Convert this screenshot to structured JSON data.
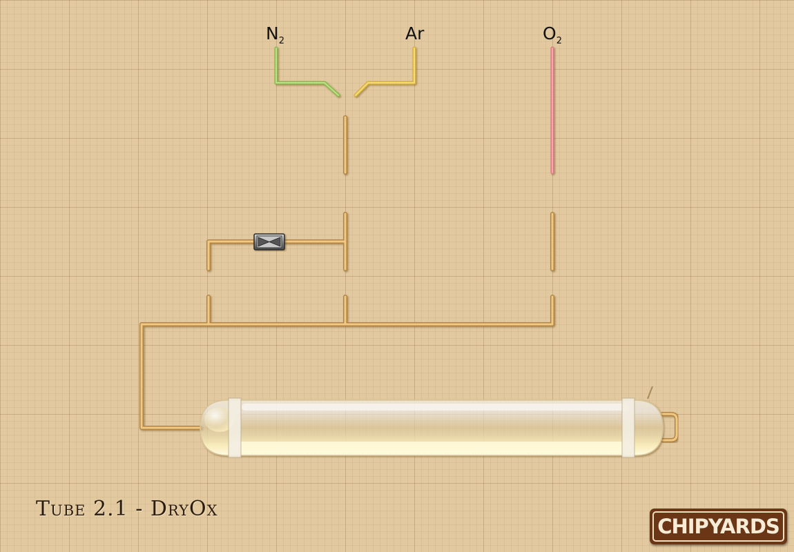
{
  "diagram": {
    "title": "Tube 2.1 - DryOx",
    "gases": [
      {
        "name": "N",
        "sub": "2",
        "color": "#9bc65c"
      },
      {
        "name": "Ar",
        "sub": "",
        "color": "#e8c545"
      },
      {
        "name": "O",
        "sub": "2",
        "color": "#e8878f"
      }
    ],
    "colors": {
      "pipe": "#e5b56c",
      "pipe_outline": "#a87a3a",
      "background": "#e2c9a0",
      "tube_glow": "#fff5c8"
    },
    "components": [
      "mass-flow-controller",
      "process-tube"
    ],
    "logo": "CHIPYARDS"
  }
}
